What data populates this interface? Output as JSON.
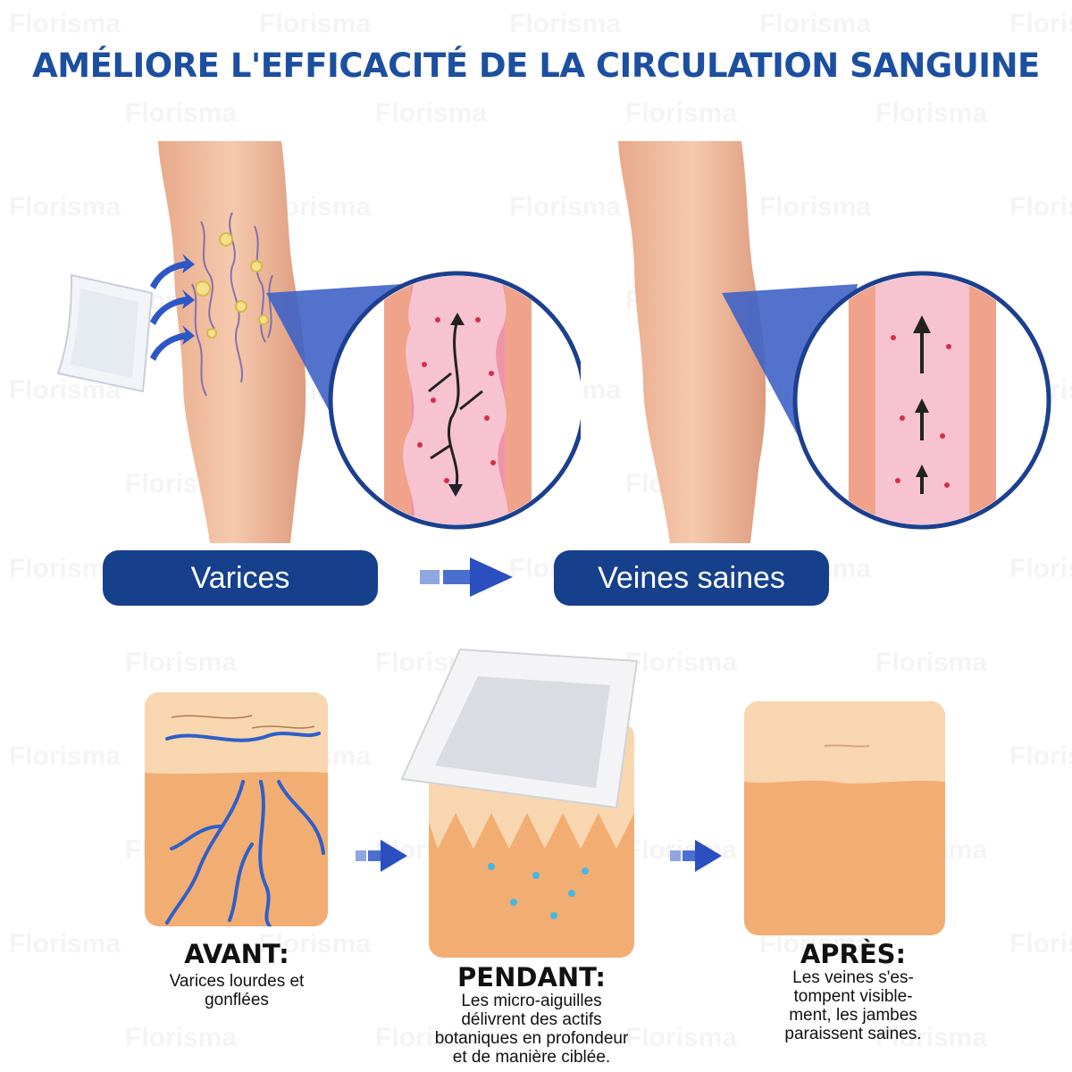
{
  "title": "AMÉLIORE L'EFFICACITÉ DE LA CIRCULATION SANGUINE",
  "watermark": "Florisma",
  "comparison": {
    "left_label": "Varices",
    "right_label": "Veines saines"
  },
  "steps": [
    {
      "heading": "AVANT:",
      "text_lines": [
        "Varices lourdes et",
        "gonflées"
      ]
    },
    {
      "heading": "PENDANT:",
      "text_lines": [
        "Les micro-aiguilles",
        "délivrent des actifs",
        "botaniques en profondeur",
        "et de manière ciblée."
      ]
    },
    {
      "heading": "APRÈS:",
      "text_lines": [
        "Les veines s'es-",
        "tompent visible-",
        "ment, les jambes",
        "paraissent saines."
      ]
    }
  ],
  "colors": {
    "title": "#1c4fa0",
    "pill": "#163f8c",
    "arrow": "#2f4fb8",
    "skin": "#f2ad73",
    "vein": "#3a6fd0"
  },
  "icons": [
    "patch-icon",
    "flow-arrow-icon",
    "arrow-right-icon",
    "magnifier-circle-icon",
    "up-arrow-icon"
  ]
}
